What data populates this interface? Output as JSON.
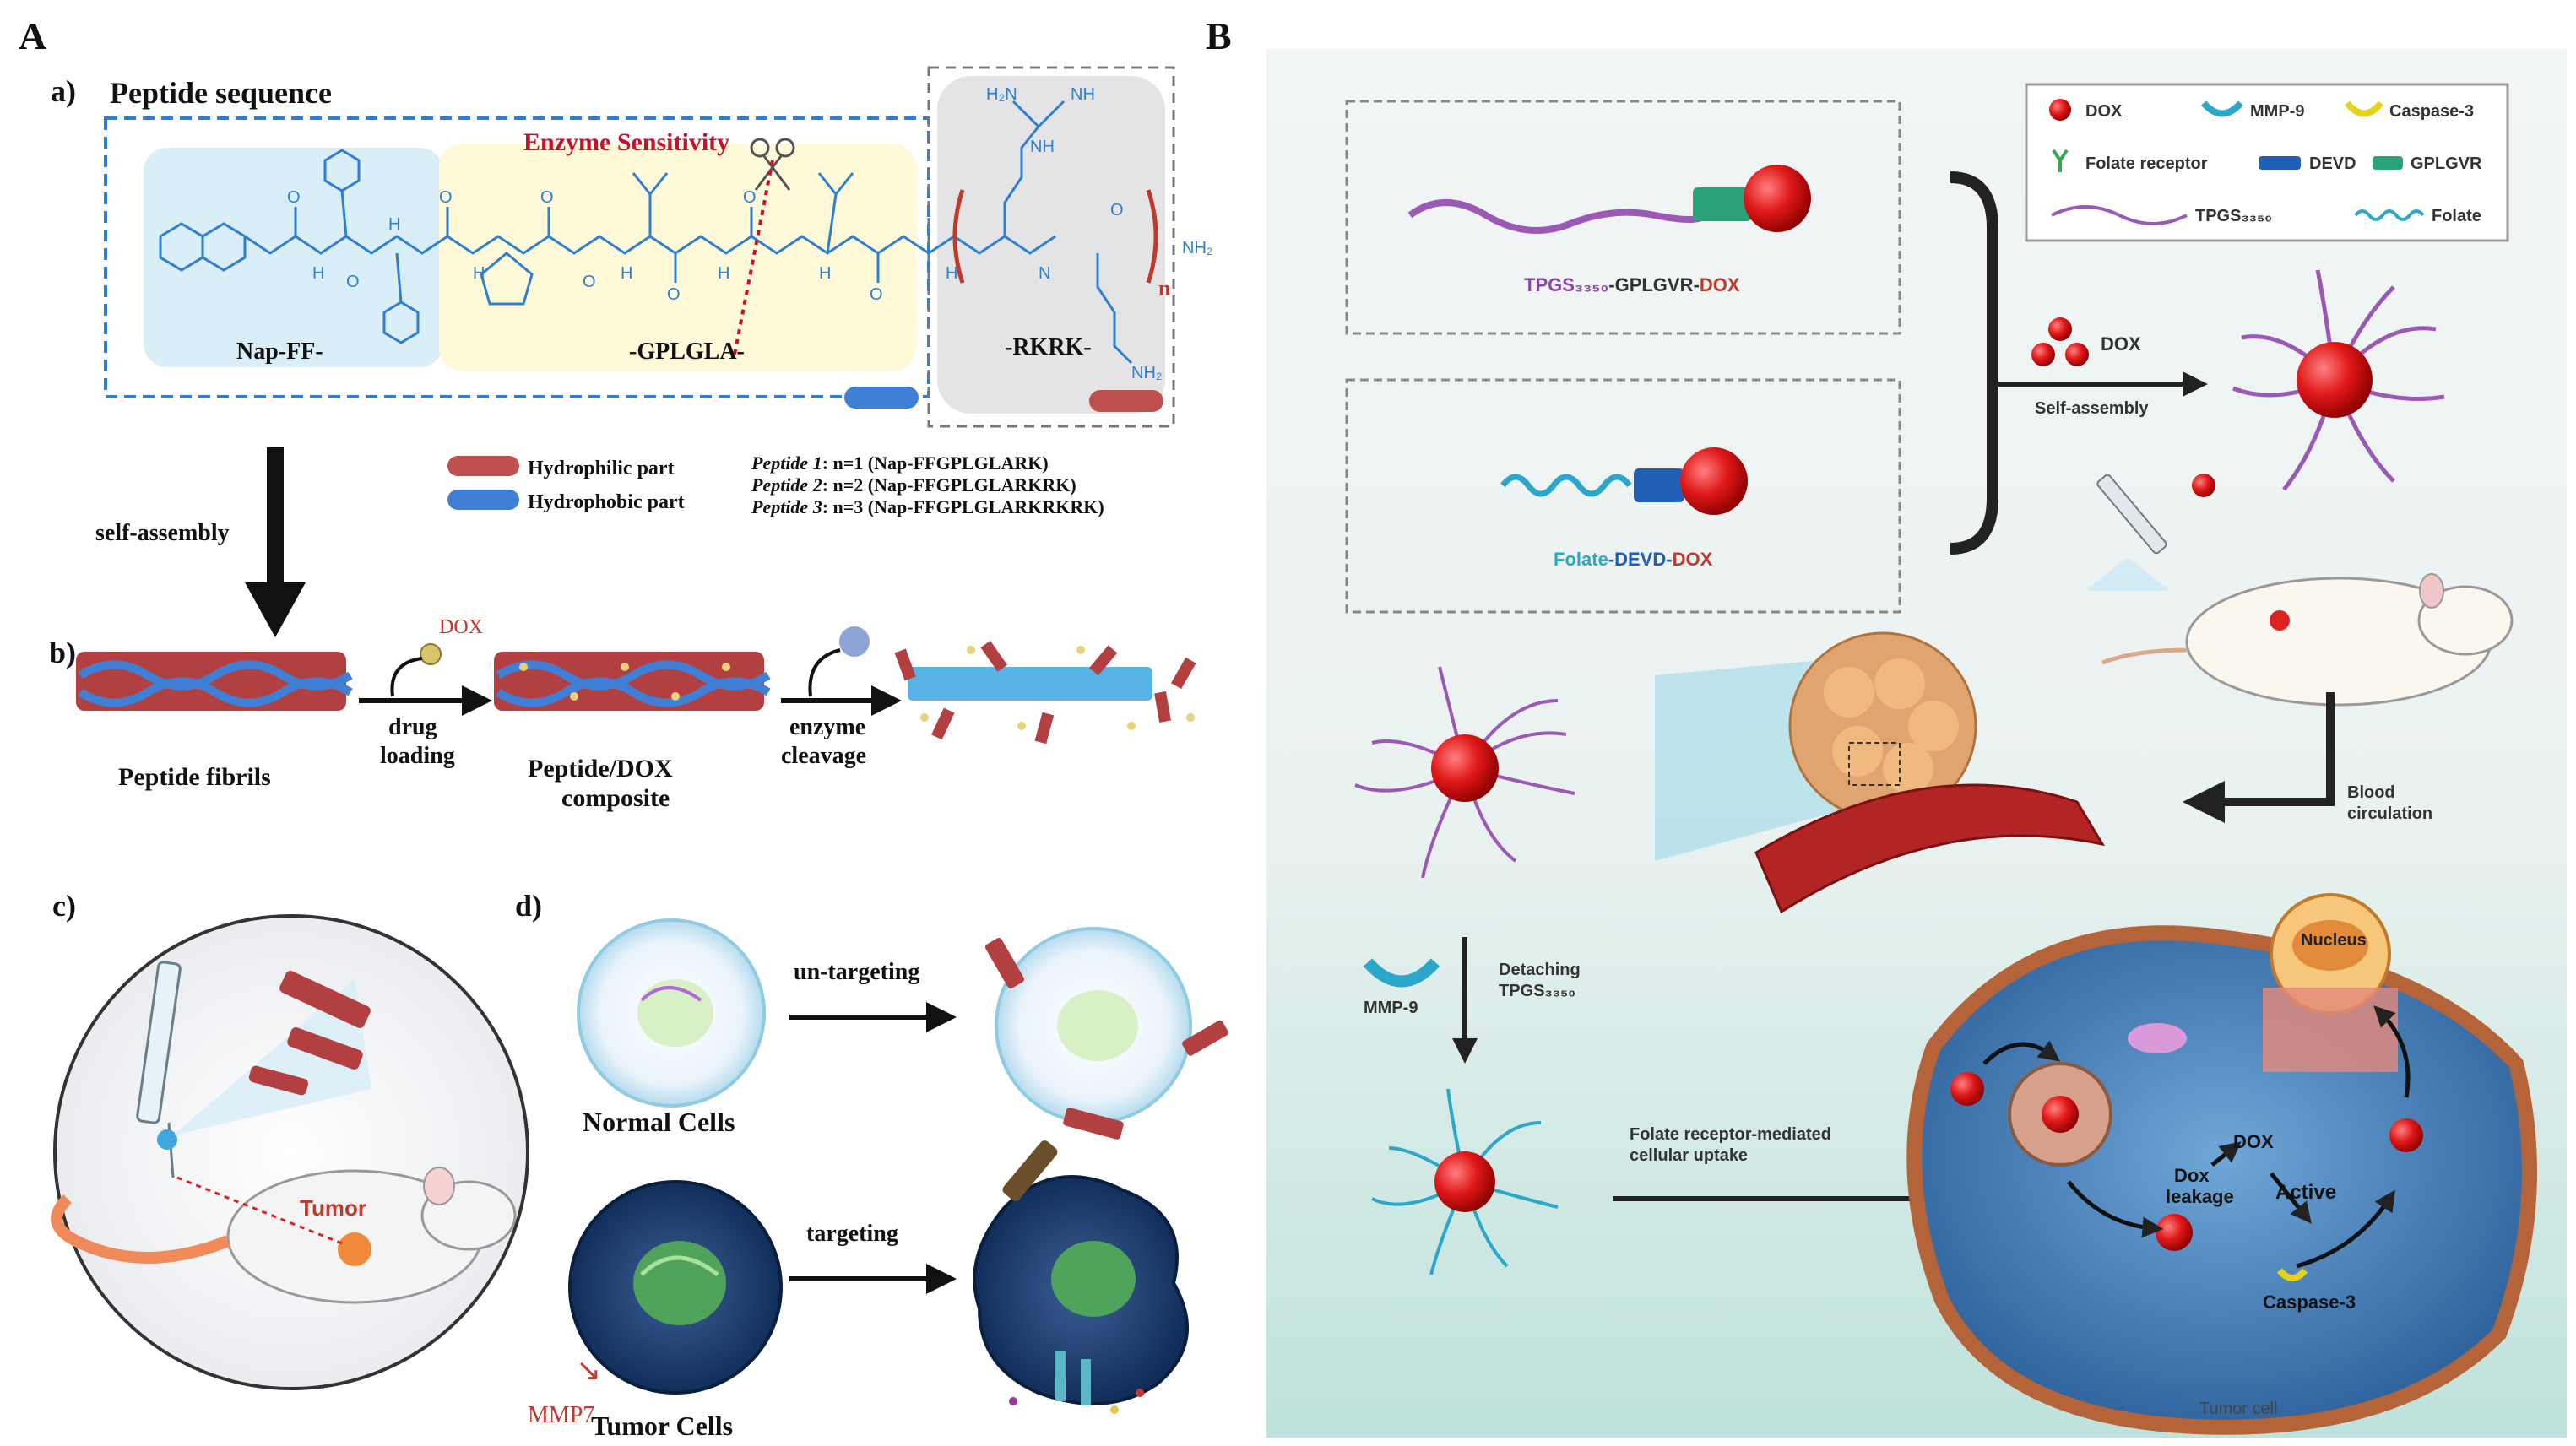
{
  "panel_A": {
    "label": "A",
    "a": {
      "label": "a)",
      "title": "Peptide sequence",
      "enzyme_sensitivity": "Enzyme Sensitivity",
      "segments": [
        "Nap-FF-",
        "-GPLGLA-",
        "-RKRK-"
      ],
      "chem_labels": [
        "H₂N",
        "NH",
        "NH",
        "O",
        "O",
        "O",
        "O",
        "O",
        "O",
        "O",
        "O",
        "O",
        "H",
        "H",
        "H",
        "H",
        "H",
        "H",
        "H",
        "N",
        "NH₂",
        "NH₂"
      ],
      "repeat_subscript": "n",
      "legend": [
        {
          "label": "Hydrophilic part",
          "color": "#c0504d"
        },
        {
          "label": "Hydrophobic part",
          "color": "#3f7fd6"
        }
      ],
      "peptides": [
        {
          "name": "Peptide 1",
          "text": ": n=1 (Nap-FFGPLGLARK)"
        },
        {
          "name": "Peptide 2",
          "text": ": n=2 (Nap-FFGPLGLARKRK)"
        },
        {
          "name": "Peptide 3",
          "text": ": n=3 (Nap-FFGPLGLARKRKRK)"
        }
      ]
    },
    "self_assembly": "self-assembly",
    "b": {
      "label": "b)",
      "dox": "DOX",
      "drug_loading": [
        "drug",
        "loading"
      ],
      "enzyme_cleavage": [
        "enzyme",
        "cleavage"
      ],
      "peptide_fibrils": "Peptide fibrils",
      "composite": [
        "Peptide/DOX",
        "composite"
      ]
    },
    "c": {
      "label": "c)",
      "tumor": "Tumor"
    },
    "d": {
      "label": "d)",
      "untargeting": "un-targeting",
      "targeting": "targeting",
      "normal_cells": "Normal Cells",
      "tumor_cells": "Tumor Cells",
      "mmp7": "MMP7"
    }
  },
  "panel_B": {
    "label": "B",
    "legend": [
      {
        "label": "DOX",
        "icon": "red-sphere-icon"
      },
      {
        "label": "MMP-9",
        "icon": "cyan-cup-icon"
      },
      {
        "label": "Caspase-3",
        "icon": "yellow-cup-icon"
      },
      {
        "label": "Folate receptor",
        "icon": "y-receptor-icon"
      },
      {
        "label": "DEVD",
        "icon": "blue-bar-icon"
      },
      {
        "label": "GPLGVR",
        "icon": "teal-bar-icon"
      },
      {
        "label": "TPGS₃₃₅₀",
        "icon": "purple-chain-icon"
      },
      {
        "label": "Folate",
        "icon": "cyan-wave-icon"
      }
    ],
    "conjugate1": {
      "tpgs": "TPGS₃₃₅₀",
      "mid": "-GPLGVR-",
      "dox": "DOX"
    },
    "conjugate2": {
      "folate": "Folate",
      "mid": "-DEVD-",
      "dox": "DOX"
    },
    "dox": "DOX",
    "self_assembly": "Self-assembly",
    "blood_circulation": [
      "Blood",
      "circulation"
    ],
    "mmp9": "MMP-9",
    "detaching": [
      "Detaching",
      "TPGS₃₃₅₀"
    ],
    "uptake": [
      "Folate receptor-mediated",
      "cellular uptake"
    ],
    "nucleus": "Nucleus",
    "dox_inner": "DOX",
    "dox_leakage": [
      "Dox",
      "leakage"
    ],
    "active": "Active",
    "caspase": "Caspase-3",
    "tumor_cell": "Tumor cell"
  },
  "colors": {
    "hydrophobic": "#3f7fd6",
    "hydrophilic": "#c0504d",
    "dox": "#e02020",
    "enzyme_text": "#c8102e",
    "tpgs": "#9b59b6",
    "folate": "#2aa7c9"
  }
}
